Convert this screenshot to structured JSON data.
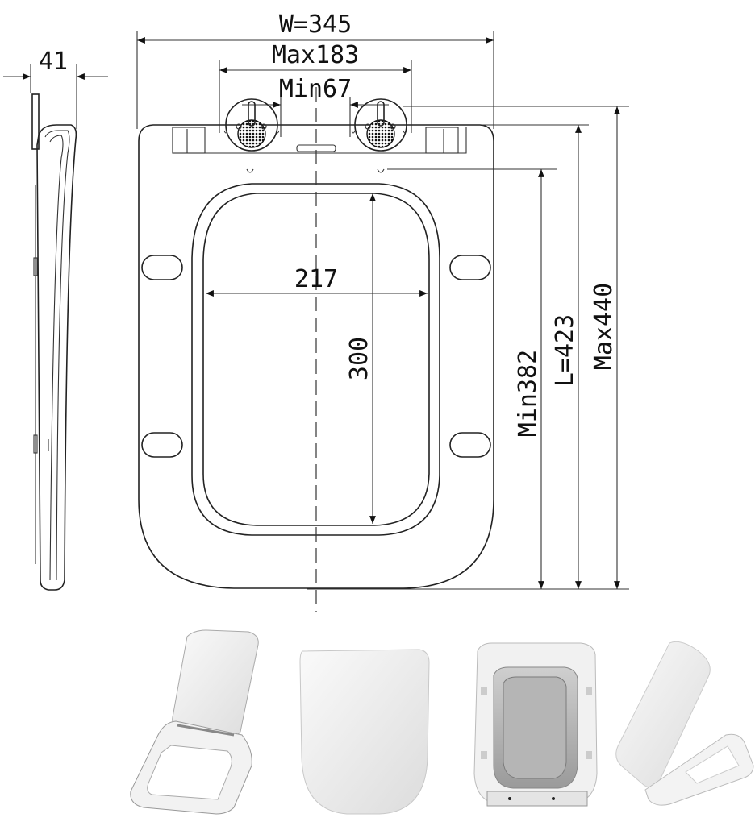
{
  "dimensions": {
    "width": "W=345",
    "hinge_max": "Max183",
    "hinge_min": "Min67",
    "side_thickness": "41",
    "opening_width": "217",
    "opening_length": "300",
    "length_min": "Min382",
    "length": "L=423",
    "length_max": "Max440"
  },
  "product_views": [
    {
      "name": "open-seat-view"
    },
    {
      "name": "closed-lid-view"
    },
    {
      "name": "top-open-view"
    },
    {
      "name": "side-open-view"
    }
  ]
}
